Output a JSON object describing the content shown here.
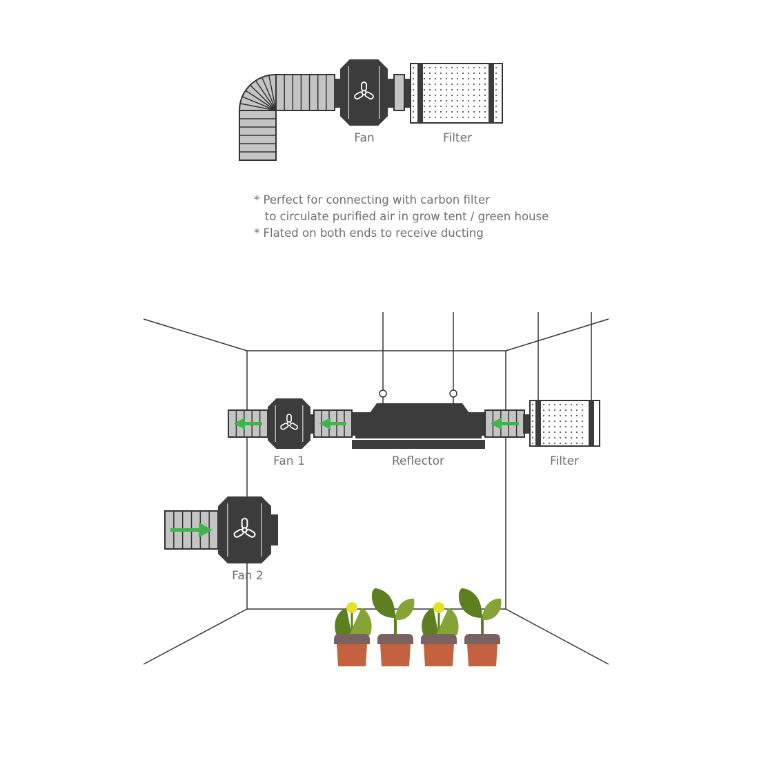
{
  "top_diagram": {
    "fan_label": "Fan",
    "filter_label": "Filter"
  },
  "notes": [
    "* Perfect for connecting with carbon filter",
    "   to circulate purified air in grow tent / green house",
    "* Flated on both ends to receive ducting"
  ],
  "room_diagram": {
    "fan1_label": "Fan 1",
    "reflector_label": "Reflector",
    "filter_label": "Filter",
    "fan2_label": "Fan 2"
  },
  "colors": {
    "dark": "#3c3c3c",
    "duct": "#c4c4c4",
    "arrow": "#3db54a",
    "pot": "#c4623f",
    "soil": "#7a6262",
    "leaf_dark": "#5c7f1f",
    "leaf_light": "#84a535",
    "flower": "#e4e02a"
  }
}
